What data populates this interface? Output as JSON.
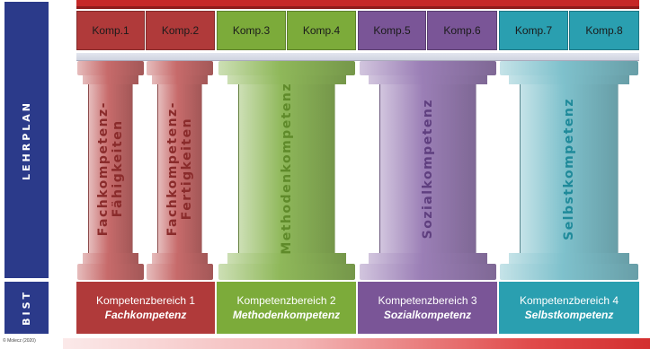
{
  "sidebar": {
    "top_label": "LEHRPLAN",
    "bottom_label": "BIST"
  },
  "competencies": [
    {
      "label": "Komp.1",
      "color": "#b03a3a"
    },
    {
      "label": "Komp.2",
      "color": "#b03a3a"
    },
    {
      "label": "Komp.3",
      "color": "#7cab3a"
    },
    {
      "label": "Komp.4",
      "color": "#7cab3a"
    },
    {
      "label": "Komp.5",
      "color": "#7a5597"
    },
    {
      "label": "Komp.6",
      "color": "#7a5597"
    },
    {
      "label": "Komp.7",
      "color": "#2a9fb0"
    },
    {
      "label": "Komp.8",
      "color": "#2a9fb0"
    }
  ],
  "pillars": [
    {
      "line1": "Fachkompetenz-",
      "line2": "Fähigkeiten",
      "color": "#c76b6b",
      "text_color": "#8a2b2b"
    },
    {
      "line1": "Fachkompetenz-",
      "line2": "Fertigkeiten",
      "color": "#c76b6b",
      "text_color": "#8a2b2b"
    },
    {
      "line1": "Methodenkompetenz",
      "line2": "",
      "color": "#8fb85a",
      "text_color": "#5f8a2a"
    },
    {
      "line1": "Sozialkompetenz",
      "line2": "",
      "color": "#9b7fb6",
      "text_color": "#5f3f7f"
    },
    {
      "line1": "Selbstkompetenz",
      "line2": "",
      "color": "#7fc1cc",
      "text_color": "#1f8a9a"
    }
  ],
  "areas": [
    {
      "line1": "Kompetenzbereich 1",
      "line2": "Fachkompetenz",
      "color": "#b03a3a"
    },
    {
      "line1": "Kompetenzbereich 2",
      "line2": "Methodenkompetenz",
      "color": "#7cab3a"
    },
    {
      "line1": "Kompetenzbereich 3",
      "line2": "Sozialkompetenz",
      "color": "#7a5597"
    },
    {
      "line1": "Kompetenzbereich 4",
      "line2": "Selbstkompetenz",
      "color": "#2a9fb0"
    }
  ],
  "copyright": "© Molecz (2020)"
}
